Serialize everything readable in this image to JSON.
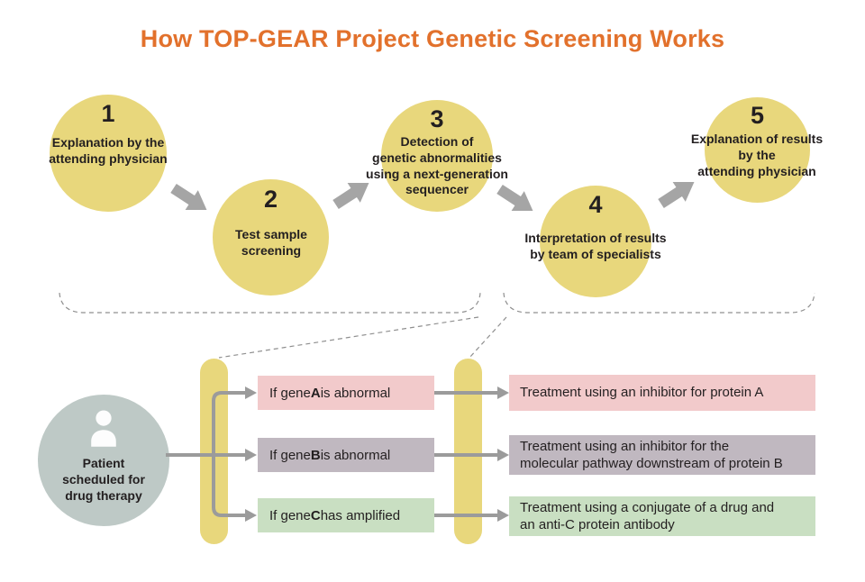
{
  "title": "How TOP-GEAR Project Genetic Screening Works",
  "colors": {
    "title-color": "#e2712c",
    "circle-fill": "#e8d77c",
    "arrow-fill": "#a5a5a5",
    "line-color": "#9b9b9b",
    "dash-color": "#8f8f8f",
    "patient-fill": "#bec9c6",
    "pink": "#f2cacb",
    "purple": "#c0b8c0",
    "green": "#c9dfc2",
    "ink": "#231f20"
  },
  "steps": [
    {
      "number": "1",
      "label": "Explanation by the\nattending physician"
    },
    {
      "number": "2",
      "label": "Test sample\nscreening"
    },
    {
      "number": "3",
      "label": "Detection of\ngenetic abnormalities\nusing a next-generation\nsequencer"
    },
    {
      "number": "4",
      "label": "Interpretation of results\nby team of specialists"
    },
    {
      "number": "5",
      "label": "Explanation of results\nby the\nattending physician"
    }
  ],
  "patient": {
    "label": "Patient\nscheduled for\ndrug therapy"
  },
  "conditions": [
    {
      "prefix": "If gene ",
      "gene": "A",
      "suffix": " is abnormal"
    },
    {
      "prefix": "If gene ",
      "gene": "B",
      "suffix": " is abnormal"
    },
    {
      "prefix": "If gene ",
      "gene": "C",
      "suffix": " has amplified"
    }
  ],
  "treatments": [
    "Treatment using an inhibitor for protein A",
    "Treatment using an inhibitor for the\nmolecular pathway downstream of protein B",
    "Treatment using a conjugate of a drug and\nan anti-C protein antibody"
  ]
}
